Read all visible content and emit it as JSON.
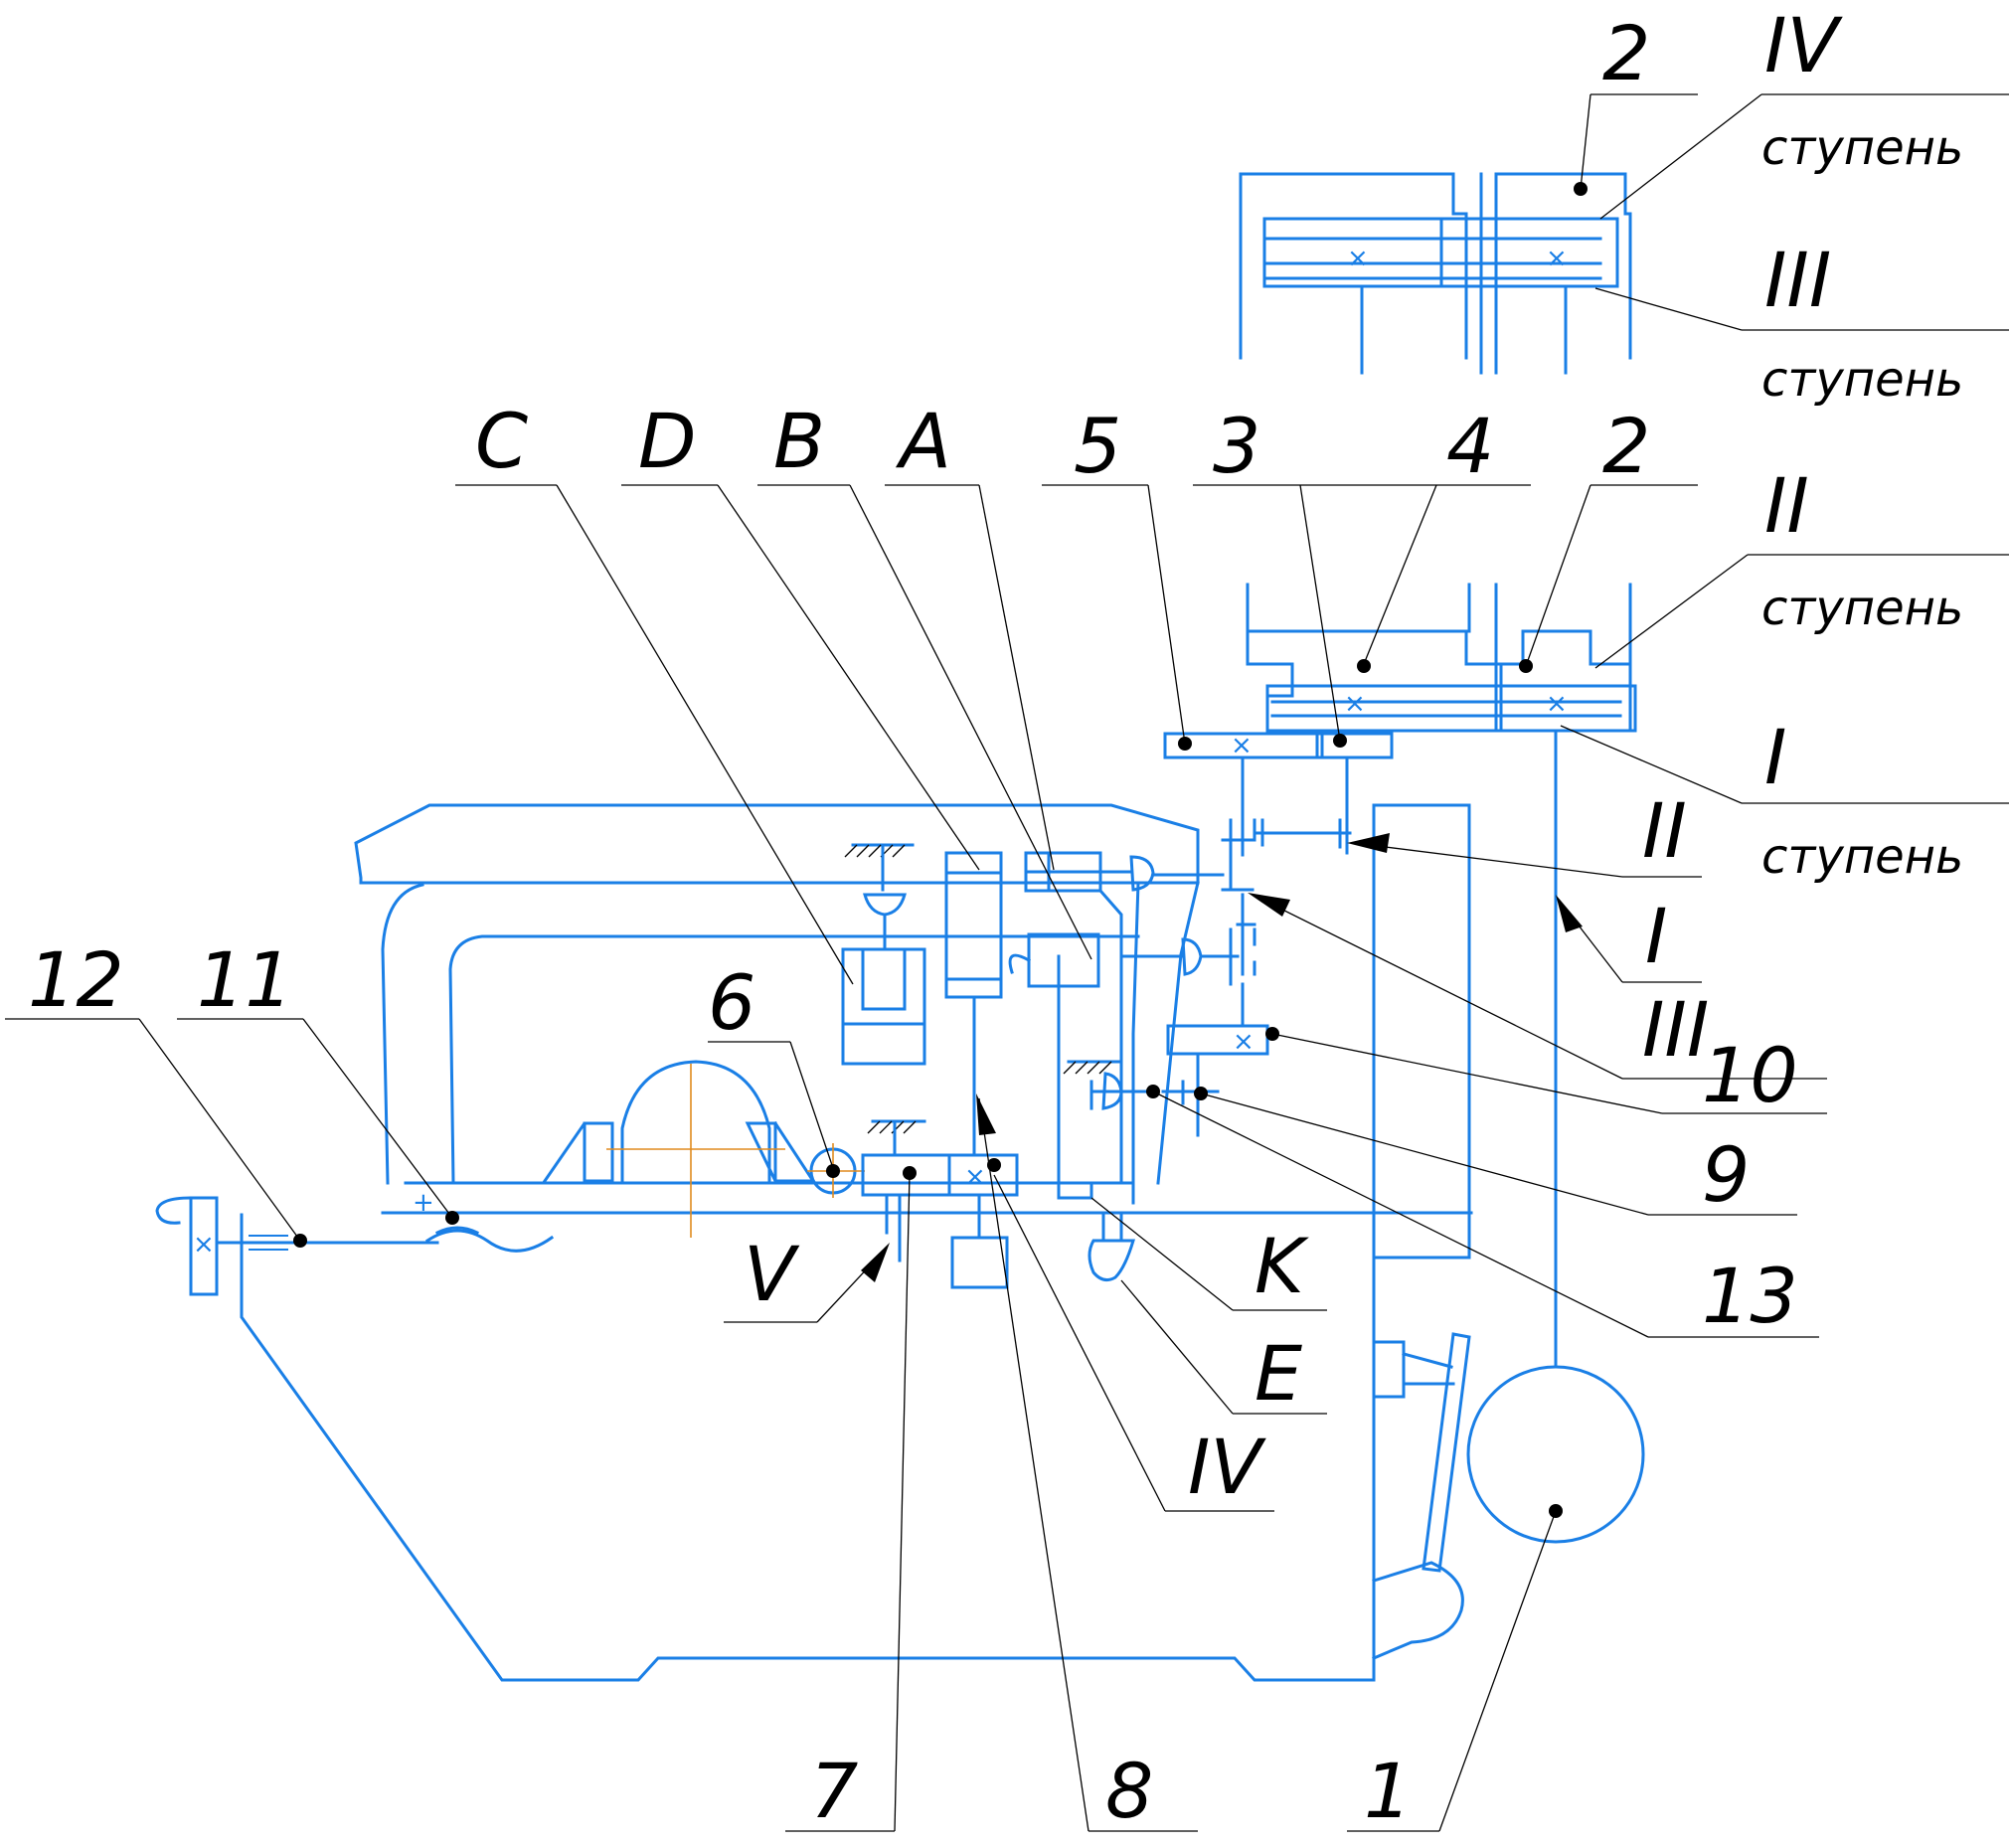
{
  "callouts": {
    "n1": "1",
    "n2_top": "2",
    "n2_mid": "2",
    "n3": "3",
    "n4": "4",
    "n5": "5",
    "n6": "6",
    "n7": "7",
    "n8": "8",
    "n9": "9",
    "n10": "10",
    "n11": "11",
    "n12": "12",
    "n13": "13",
    "A": "A",
    "B": "B",
    "C": "C",
    "D": "D",
    "E": "E",
    "K": "K"
  },
  "shafts": {
    "I": "I",
    "II": "II",
    "III": "III",
    "IV": "IV",
    "V": "V"
  },
  "steps": {
    "word": "ступень",
    "IV": "IV",
    "III": "III",
    "II": "II",
    "I": "I"
  }
}
